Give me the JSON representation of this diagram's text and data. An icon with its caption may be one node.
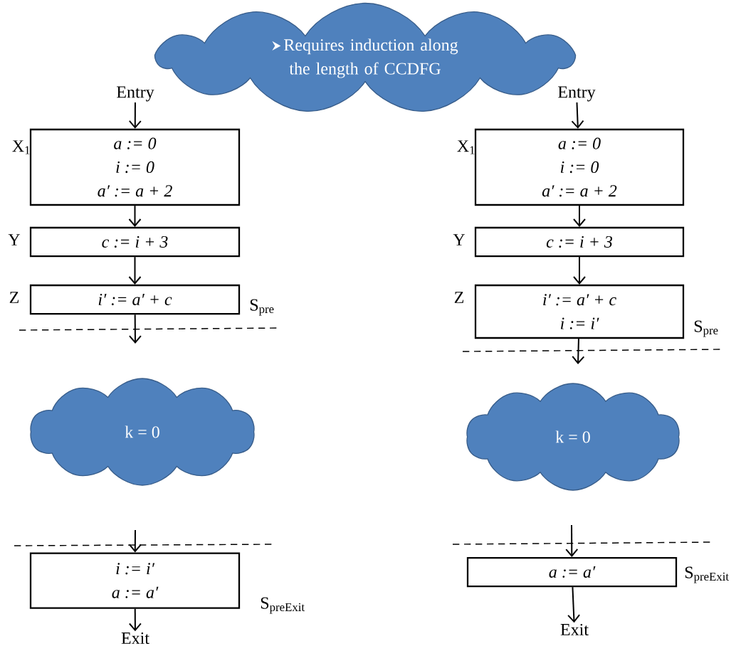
{
  "diagram": {
    "nodes": [
      {
        "text": [
          "Requires induction along the length of CCDFG"
        ]
      },
      {
        "text": [
          "Entry"
        ]
      },
      {
        "text": [
          "a := 0",
          "i := 0",
          "a′ := a + 2"
        ],
        "beside": [
          "X$_{1}$"
        ]
      },
      {
        "text": [
          "c := i + 3"
        ],
        "beside": [
          "Y"
        ]
      },
      {
        "text": [
          "i′ := a′ + c"
        ],
        "beside": [
          "Z",
          "S$_{pre}$"
        ]
      },
      {
        "text": [
          "k = 0"
        ]
      },
      {
        "text": [
          "i := i′",
          "a := a′"
        ],
        "beside": [
          "S$_{preExit}$"
        ]
      },
      {
        "text": [
          "Exit"
        ]
      },
      {
        "text": [
          "Entry"
        ]
      },
      {
        "text": [
          "a := 0",
          "i := 0",
          "a′ := a + 2"
        ],
        "beside": [
          "X$_{1}$"
        ]
      },
      {
        "text": [
          "c := i + 3"
        ],
        "beside": [
          "Y"
        ]
      },
      {
        "text": [
          "i′ := a′ + c",
          "i := i′"
        ],
        "beside": [
          "Z",
          "S$_{pre}$"
        ]
      },
      {
        "text": [
          "k = 0"
        ]
      },
      {
        "text": [
          "a := a′"
        ],
        "beside": [
          "S$_{preExit}$"
        ]
      },
      {
        "text": [
          "Exit"
        ]
      }
    ],
    "edges": [
      {
        "from": 1,
        "to": 2,
        "arrow": "to"
      },
      {
        "from": 2,
        "to": 3,
        "arrow": "to"
      },
      {
        "from": 3,
        "to": 4,
        "arrow": "to"
      },
      {
        "from": 4,
        "to": null,
        "arrow": "to"
      },
      {
        "from": null,
        "to": 6,
        "arrow": "to"
      },
      {
        "from": 6,
        "to": 7,
        "arrow": "to"
      },
      {
        "from": 8,
        "to": 9,
        "arrow": "to"
      },
      {
        "from": 9,
        "to": 10,
        "arrow": "to"
      },
      {
        "from": 10,
        "to": 11,
        "arrow": "to"
      },
      {
        "from": 11,
        "to": null,
        "arrow": "to"
      },
      {
        "from": null,
        "to": 13,
        "arrow": "to"
      },
      {
        "from": 13,
        "to": 14,
        "arrow": "to"
      }
    ]
  }
}
